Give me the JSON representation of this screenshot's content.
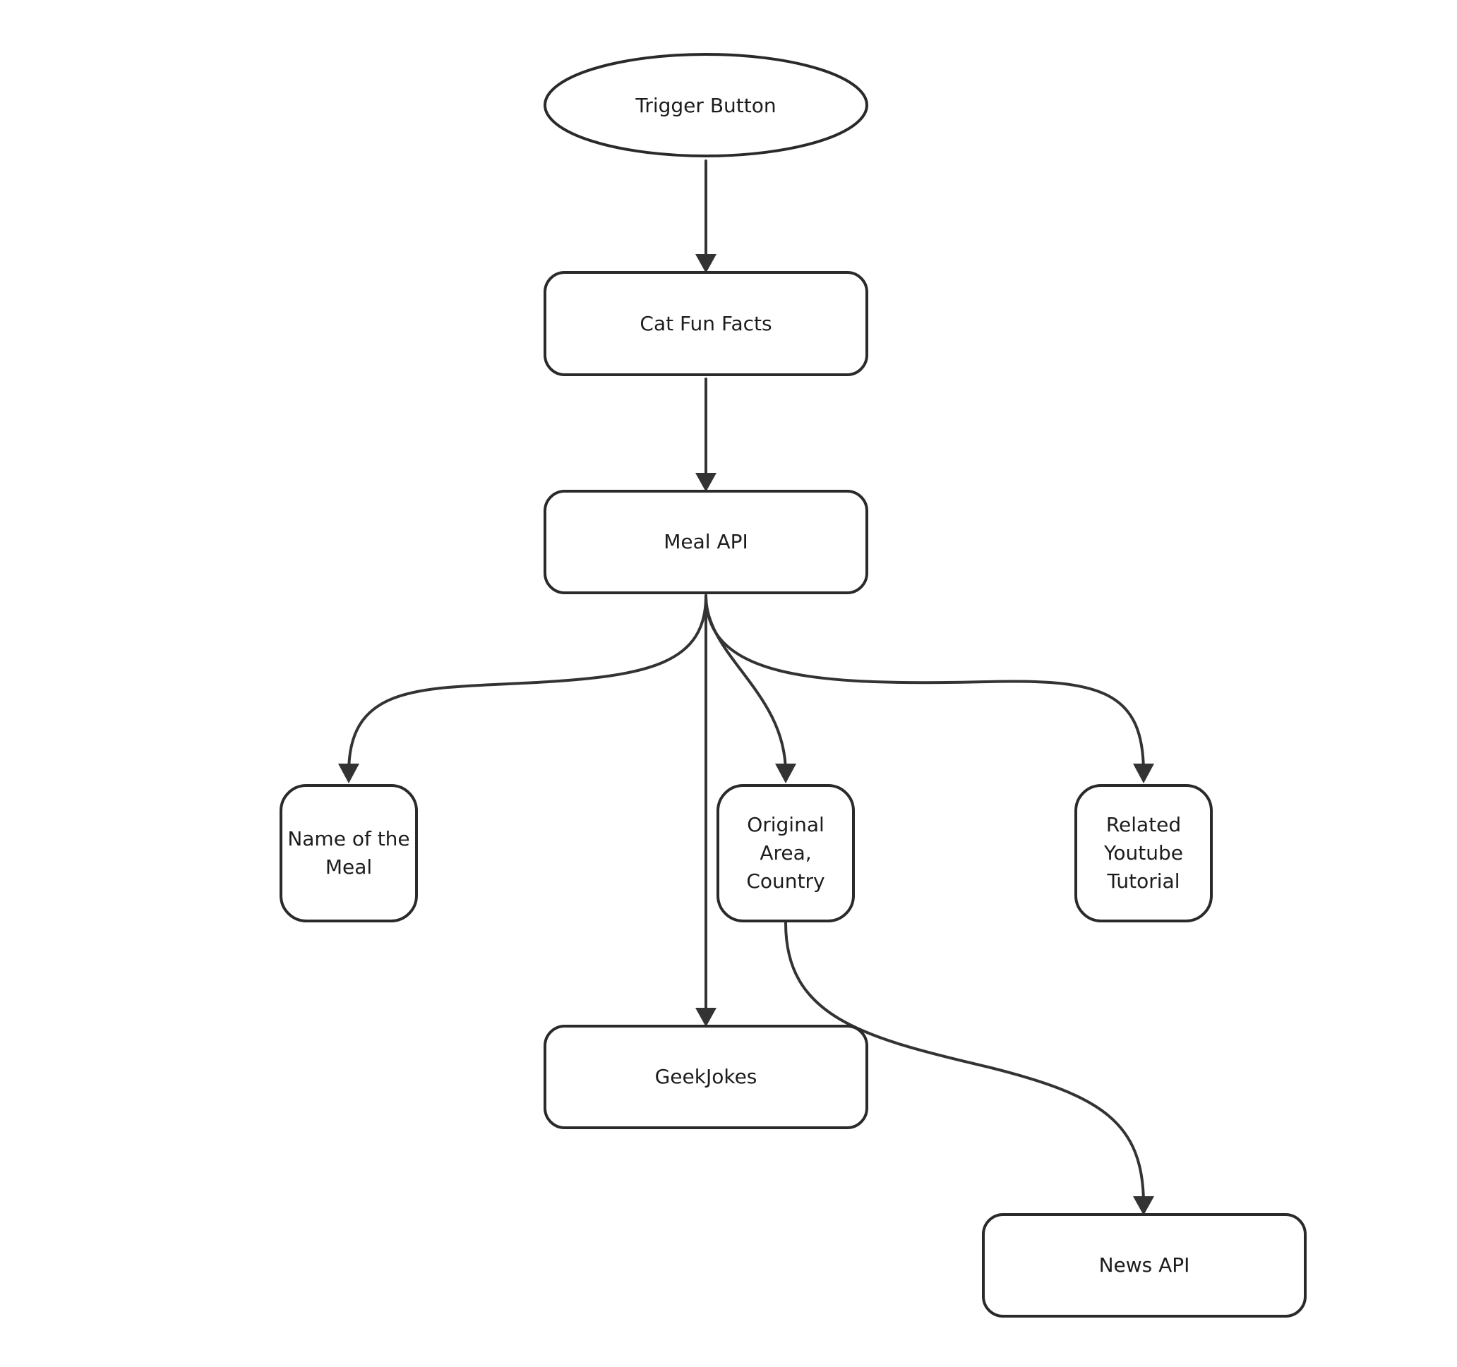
{
  "nodes": {
    "trigger": {
      "label": "Trigger Button",
      "shape": "ellipse"
    },
    "cat_facts": {
      "label": "Cat Fun Facts",
      "shape": "rounded-rect"
    },
    "meal_api": {
      "label": "Meal API",
      "shape": "rounded-rect"
    },
    "meal_name": {
      "lines": [
        "Name of the",
        "Meal"
      ],
      "shape": "rounded-rect"
    },
    "origin_area": {
      "lines": [
        "Original",
        "Area,",
        "Country"
      ],
      "shape": "rounded-rect"
    },
    "youtube": {
      "lines": [
        "Related",
        "Youtube",
        "Tutorial"
      ],
      "shape": "rounded-rect"
    },
    "geek_jokes": {
      "label": "GeekJokes",
      "shape": "rounded-rect"
    },
    "news_api": {
      "label": "News API",
      "shape": "rounded-rect"
    }
  },
  "edges": [
    {
      "from": "Trigger Button",
      "to": "Cat Fun Facts"
    },
    {
      "from": "Cat Fun Facts",
      "to": "Meal API"
    },
    {
      "from": "Meal API",
      "to": "Name of the Meal"
    },
    {
      "from": "Meal API",
      "to": "GeekJokes"
    },
    {
      "from": "Meal API",
      "to": "Original Area, Country"
    },
    {
      "from": "Meal API",
      "to": "Related Youtube Tutorial"
    },
    {
      "from": "Original Area, Country",
      "to": "News API"
    }
  ],
  "colors": {
    "stroke": "#2a2a2a",
    "edge": "#333333",
    "text": "#1c1c1c",
    "background": "#ffffff"
  }
}
